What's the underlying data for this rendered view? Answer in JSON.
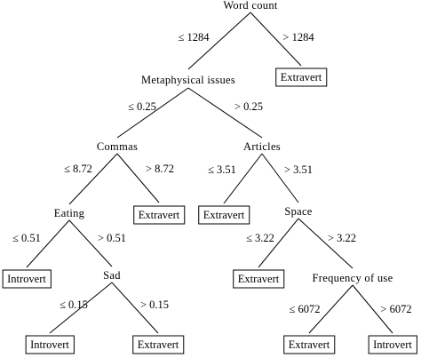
{
  "diagram": {
    "nodes": [
      {
        "id": "word-count",
        "label": "Word count"
      },
      {
        "id": "metaphysical-issues",
        "label": "Metaphysical issues"
      },
      {
        "id": "commas",
        "label": "Commas"
      },
      {
        "id": "articles",
        "label": "Articles"
      },
      {
        "id": "eating",
        "label": "Eating"
      },
      {
        "id": "sad",
        "label": "Sad"
      },
      {
        "id": "space",
        "label": "Space"
      },
      {
        "id": "frequency-of-use",
        "label": "Frequency of use"
      }
    ],
    "leaves": [
      {
        "id": "leaf-1",
        "label": "Extravert"
      },
      {
        "id": "leaf-2",
        "label": "Extravert"
      },
      {
        "id": "leaf-3",
        "label": "Extravert"
      },
      {
        "id": "leaf-4",
        "label": "Introvert"
      },
      {
        "id": "leaf-5",
        "label": "Introvert"
      },
      {
        "id": "leaf-6",
        "label": "Extravert"
      },
      {
        "id": "leaf-7",
        "label": "Extravert"
      },
      {
        "id": "leaf-8",
        "label": "Extravert"
      },
      {
        "id": "leaf-9",
        "label": "Introvert"
      }
    ],
    "edges": [
      {
        "id": "e1",
        "from": "word-count",
        "to": "metaphysical-issues",
        "label": "≤ 1284"
      },
      {
        "id": "e2",
        "from": "word-count",
        "to": "leaf-1",
        "label": "> 1284"
      },
      {
        "id": "e3",
        "from": "metaphysical-issues",
        "to": "commas",
        "label": "≤ 0.25"
      },
      {
        "id": "e4",
        "from": "metaphysical-issues",
        "to": "articles",
        "label": "> 0.25"
      },
      {
        "id": "e5",
        "from": "commas",
        "to": "eating",
        "label": "≤ 8.72"
      },
      {
        "id": "e6",
        "from": "commas",
        "to": "leaf-2",
        "label": "> 8.72"
      },
      {
        "id": "e7",
        "from": "articles",
        "to": "leaf-3",
        "label": "≤ 3.51"
      },
      {
        "id": "e8",
        "from": "articles",
        "to": "space",
        "label": "> 3.51"
      },
      {
        "id": "e9",
        "from": "eating",
        "to": "leaf-4",
        "label": "≤ 0.51"
      },
      {
        "id": "e10",
        "from": "eating",
        "to": "sad",
        "label": "> 0.51"
      },
      {
        "id": "e11",
        "from": "sad",
        "to": "leaf-5",
        "label": "≤ 0.15"
      },
      {
        "id": "e12",
        "from": "sad",
        "to": "leaf-6",
        "label": "> 0.15"
      },
      {
        "id": "e13",
        "from": "space",
        "to": "leaf-7",
        "label": "≤ 3.22"
      },
      {
        "id": "e14",
        "from": "space",
        "to": "frequency-of-use",
        "label": "> 3.22"
      },
      {
        "id": "e15",
        "from": "frequency-of-use",
        "to": "leaf-8",
        "label": "≤ 6072"
      },
      {
        "id": "e16",
        "from": "frequency-of-use",
        "to": "leaf-9",
        "label": "> 6072"
      }
    ]
  }
}
